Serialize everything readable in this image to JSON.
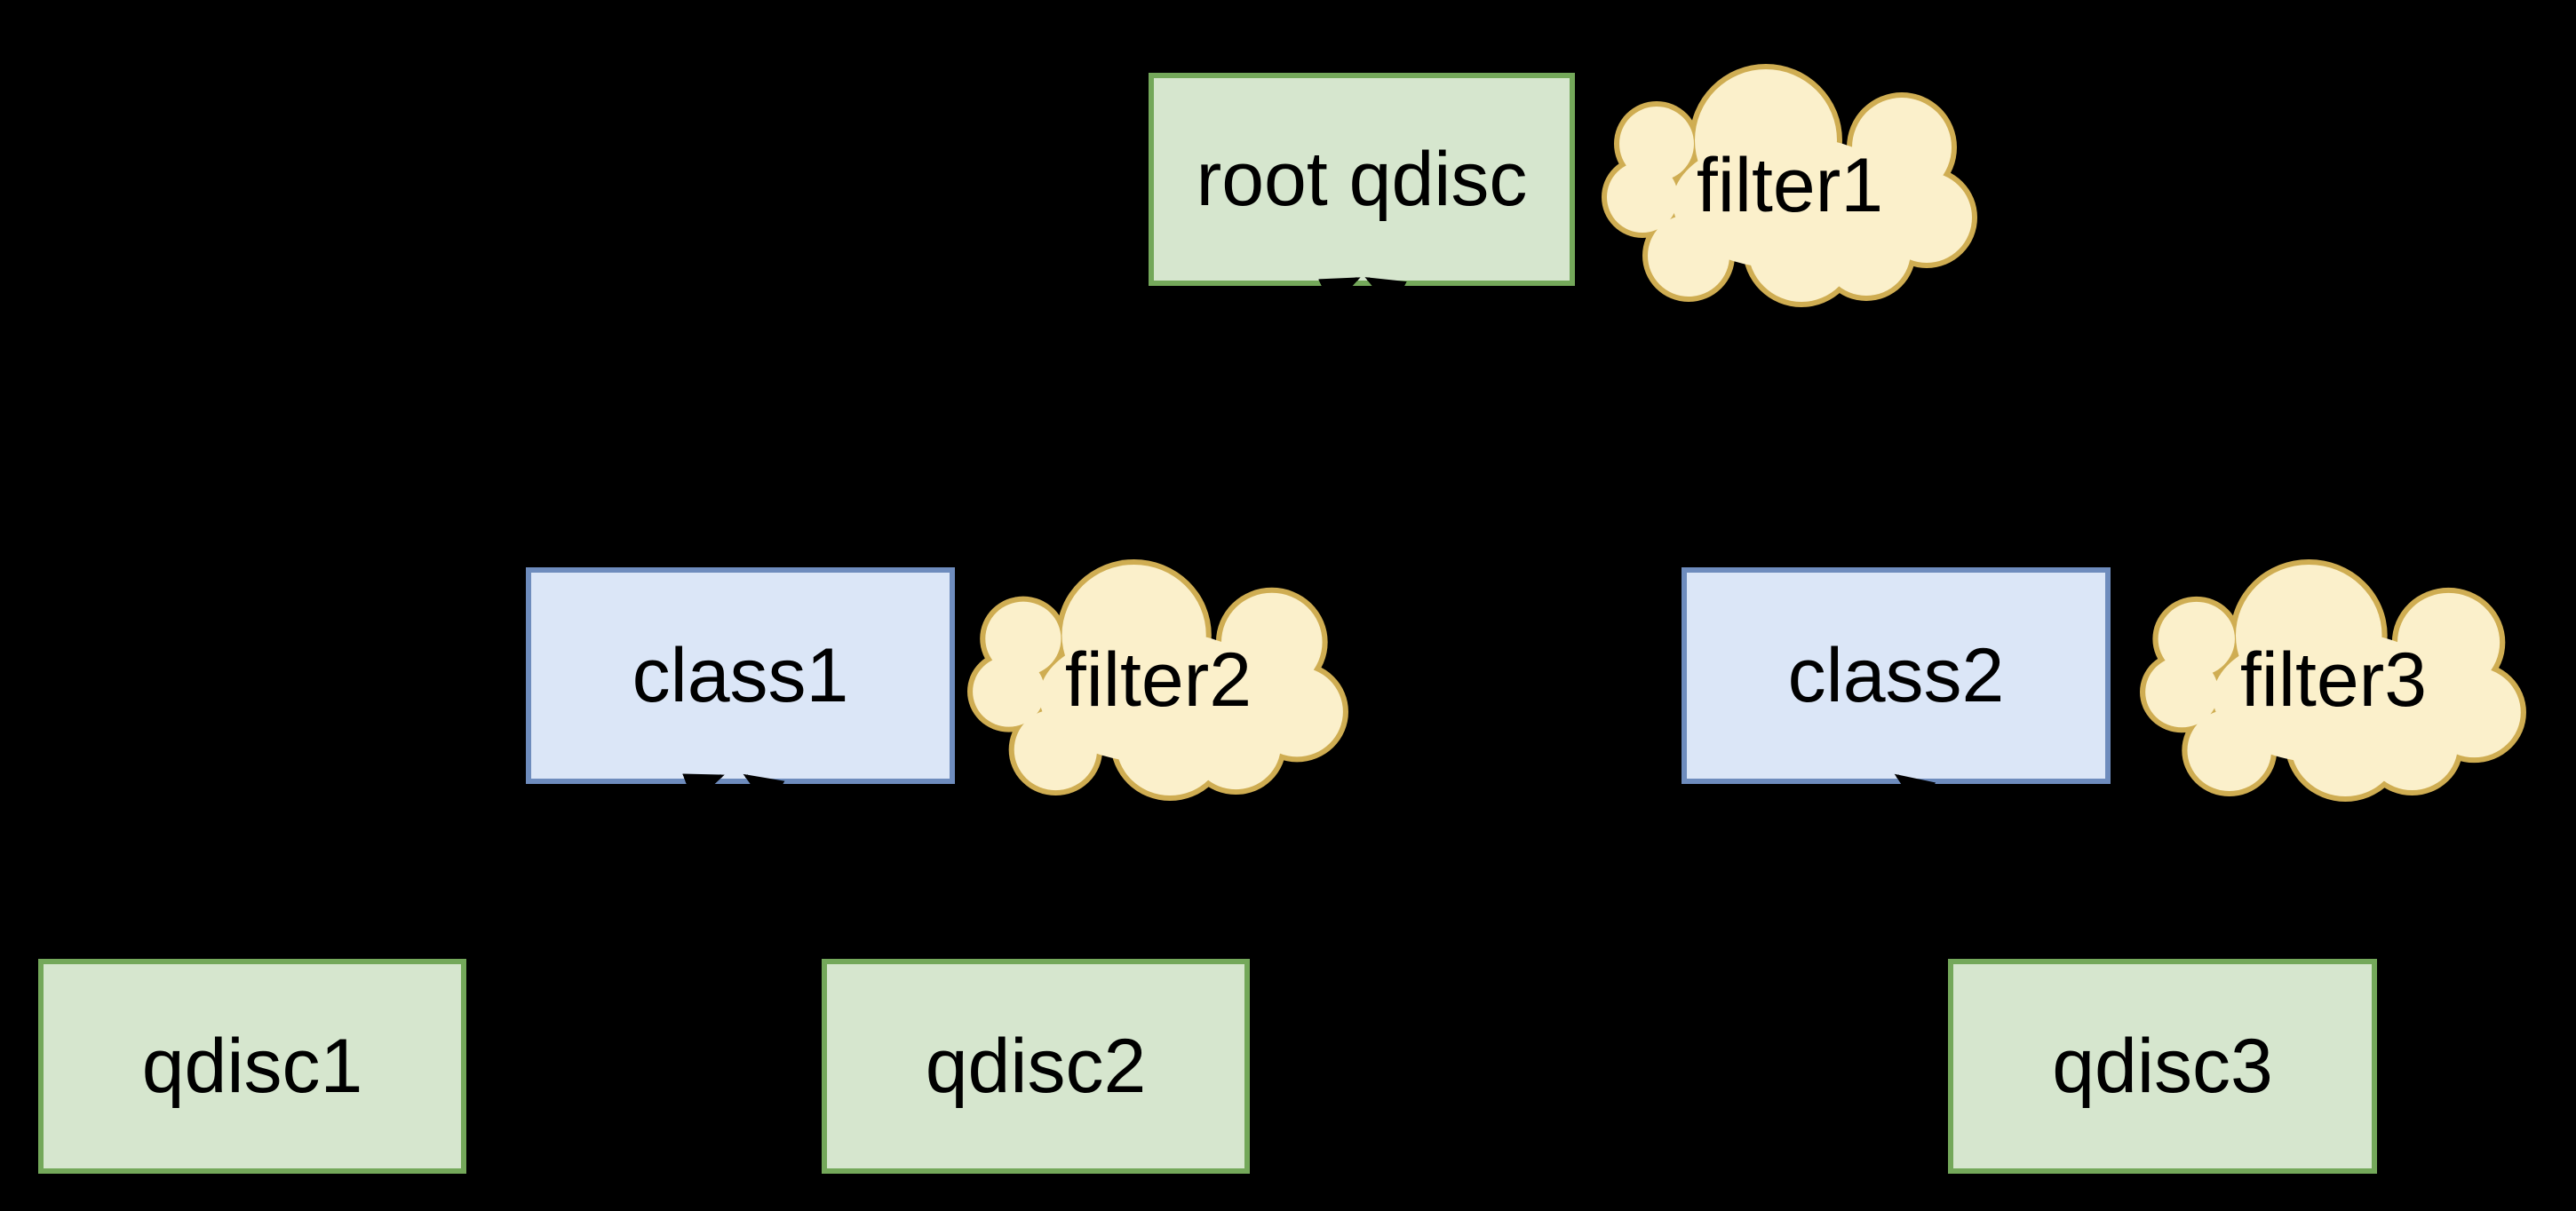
{
  "diagram": {
    "nodes": {
      "root_qdisc": {
        "label": "root qdisc"
      },
      "class1": {
        "label": "class1"
      },
      "class2": {
        "label": "class2"
      },
      "qdisc1": {
        "label": "qdisc1"
      },
      "qdisc2": {
        "label": "qdisc2"
      },
      "qdisc3": {
        "label": "qdisc3"
      },
      "filter1": {
        "label": "filter1"
      },
      "filter2": {
        "label": "filter2"
      },
      "filter3": {
        "label": "filter3"
      }
    },
    "edges": [
      {
        "from": "class1",
        "to": "root_qdisc"
      },
      {
        "from": "class2",
        "to": "root_qdisc"
      },
      {
        "from": "qdisc1",
        "to": "class1"
      },
      {
        "from": "qdisc2",
        "to": "class1"
      },
      {
        "from": "qdisc3",
        "to": "class2"
      }
    ],
    "filter_attachments": [
      {
        "filter": "filter1",
        "attached_to": "root_qdisc"
      },
      {
        "filter": "filter2",
        "attached_to": "class1"
      },
      {
        "filter": "filter3",
        "attached_to": "class2"
      }
    ]
  },
  "colors": {
    "background": "#000000",
    "qdisc_fill": "#d6e6ce",
    "qdisc_border": "#74a85a",
    "class_fill": "#dbe6f7",
    "class_border": "#6e8cbd",
    "filter_fill": "#fbf0cb",
    "filter_border": "#cfad52",
    "arrow": "#000000",
    "text": "#000000"
  }
}
